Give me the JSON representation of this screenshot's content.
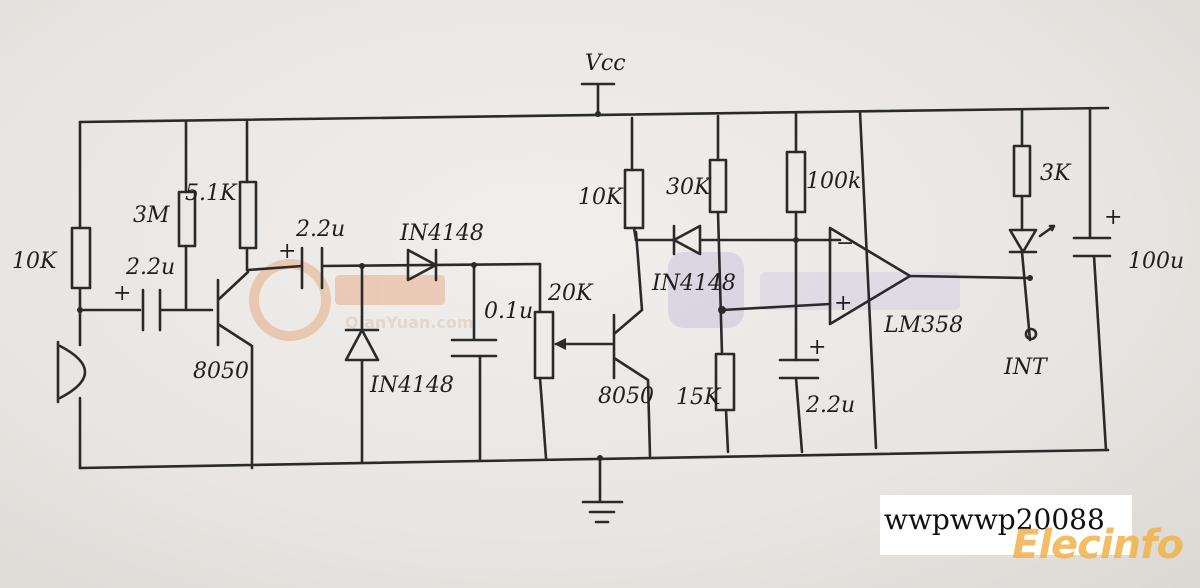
{
  "labels": {
    "vcc": "Vcc",
    "r_10k_mic": "10K",
    "r_3m": "3M",
    "r_5k1": "5.1K",
    "c_2u2_a": "2.2u",
    "c_2u2_b": "2.2u",
    "q1": "8050",
    "d1": "IN4148",
    "d2": "IN4148",
    "c_0u1": "0.1u",
    "pot_20k": "20K",
    "q2": "8050",
    "r_10k_q2": "10K",
    "r_30k": "30K",
    "d3": "IN4148",
    "r_15k": "15K",
    "r_100k": "100k",
    "c_2u2_c": "2.2u",
    "opamp": "LM358",
    "r_3k": "3K",
    "c_100u": "100u",
    "out": "INT"
  },
  "watermark": {
    "pinyin": "QianYuan.com",
    "credit": "wwpwwp20088",
    "brand": "Elecinfo"
  }
}
